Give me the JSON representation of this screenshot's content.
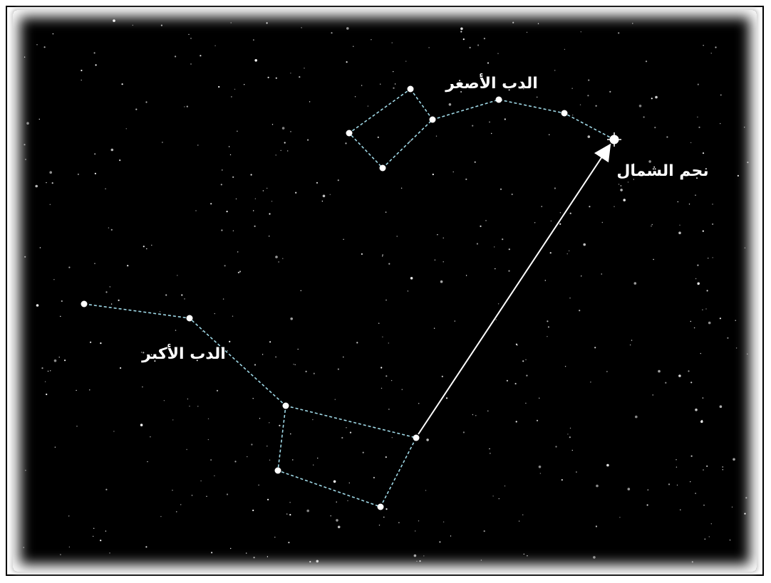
{
  "labels": {
    "little_dipper": "الدب الأصغر",
    "big_dipper": "الدب الأكبر",
    "north_star": "نجم الشمال"
  },
  "colors": {
    "background": "#000000",
    "constellation_line": "#9fd8e6",
    "pointer_arrow": "#ffffff",
    "star": "#ffffff"
  },
  "constellations": [
    {
      "name_key": "little_dipper",
      "line_style": "dashed"
    },
    {
      "name_key": "big_dipper",
      "line_style": "dashed"
    }
  ],
  "pointer": {
    "from": "big_dipper",
    "to": "north_star",
    "style": "solid-arrow"
  }
}
